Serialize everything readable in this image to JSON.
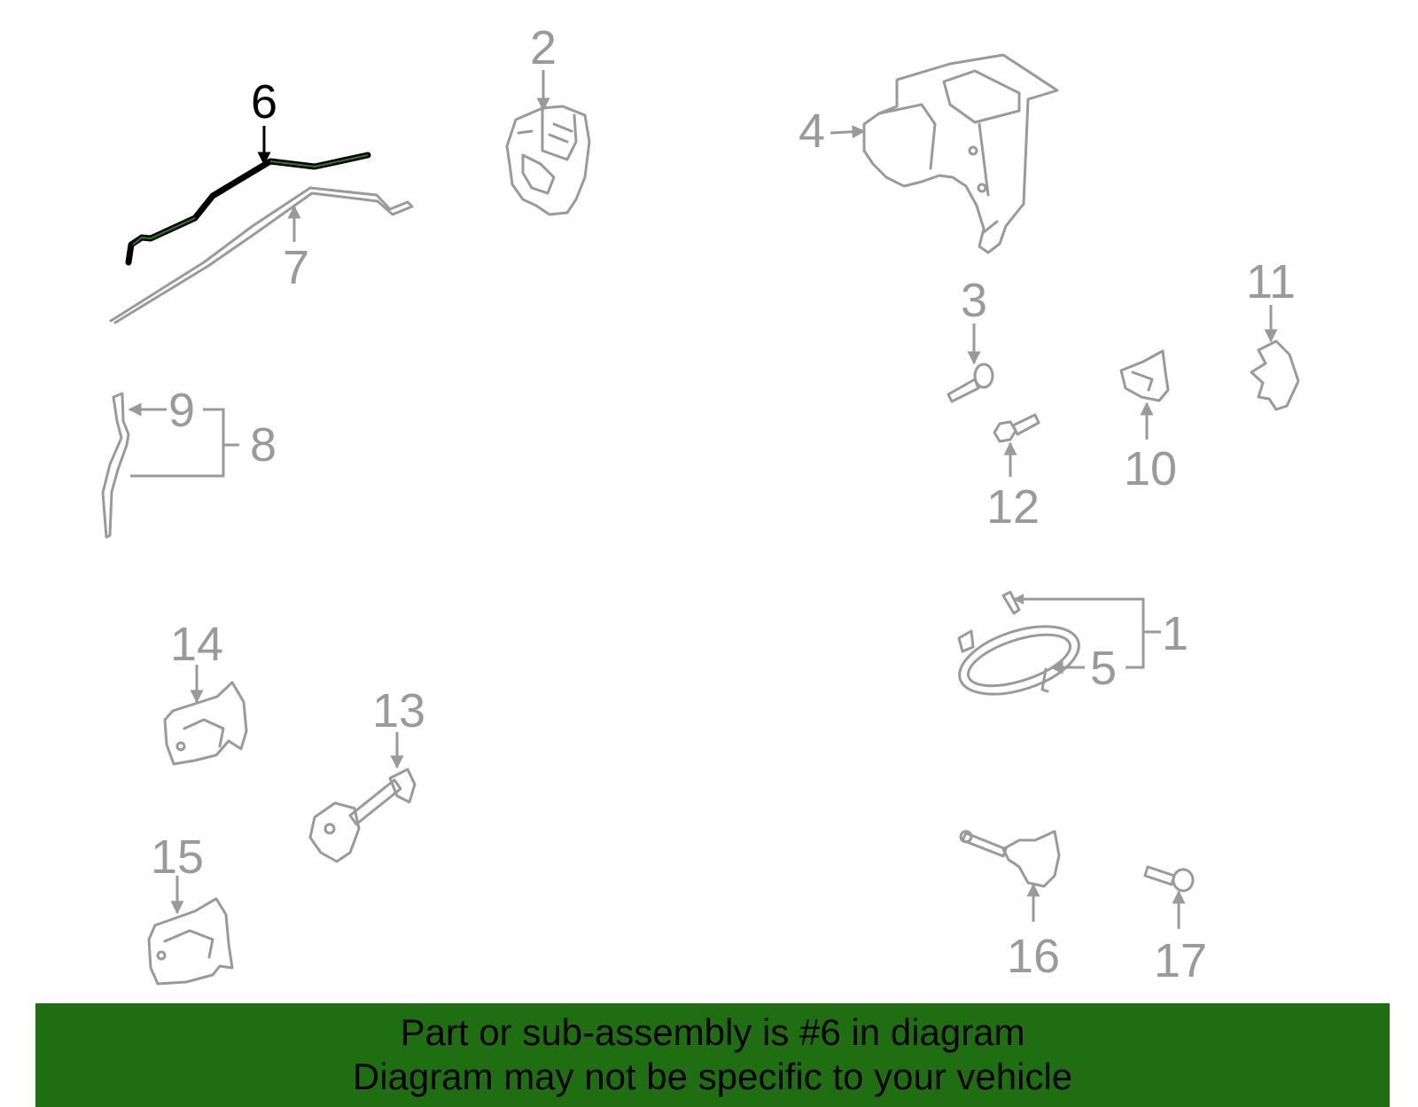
{
  "diagram": {
    "callouts": [
      "6",
      "7",
      "2",
      "4",
      "3",
      "11",
      "12",
      "10",
      "9",
      "8",
      "1",
      "5",
      "14",
      "13",
      "15",
      "16",
      "17"
    ],
    "highlighted_callout": "6"
  },
  "footer": {
    "line1": "Part or sub-assembly is #6 in diagram",
    "line2": "Diagram may not be specific to your vehicle"
  },
  "colors": {
    "highlight_part": "#000000",
    "highlight_core": "#2e7d1f",
    "parts_gray": "#9a9a9a",
    "footer_background": "#1f6f12"
  }
}
